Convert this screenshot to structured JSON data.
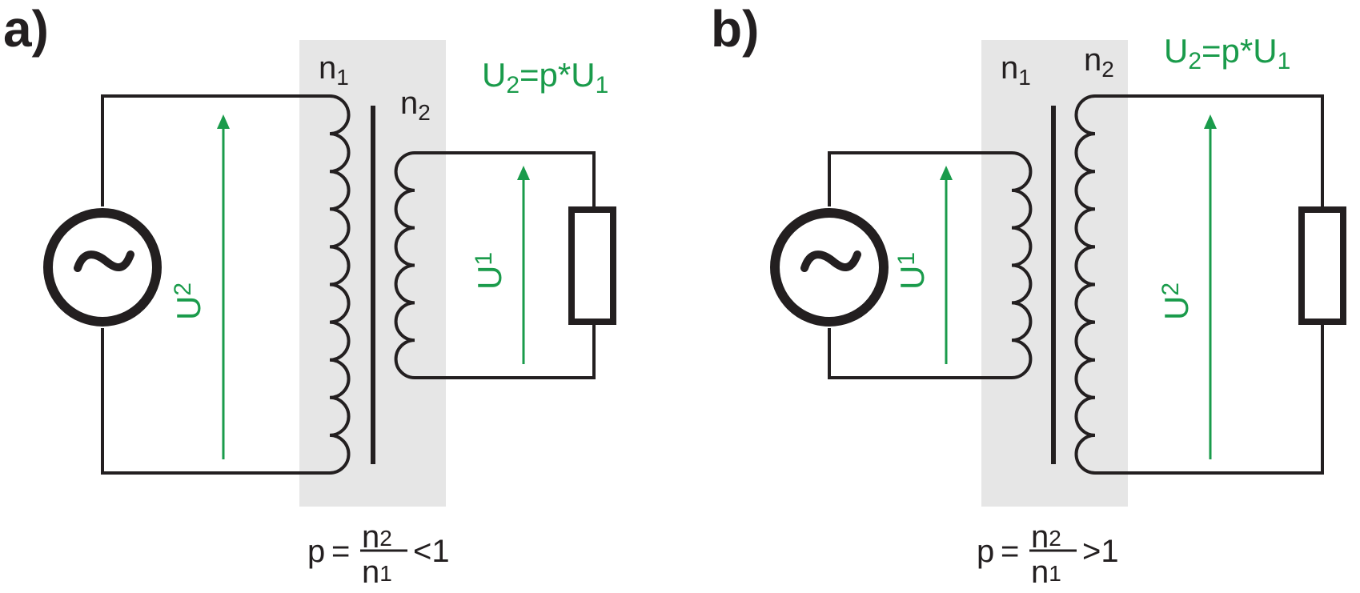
{
  "panels": [
    {
      "label": "a)",
      "n1": {
        "base": "n",
        "sub": "1"
      },
      "n2": {
        "base": "n",
        "sub": "2"
      },
      "relation": {
        "lhs": "U",
        "lhs_sub": "2",
        "mid": "=p*U",
        "rhs_sub": "1"
      },
      "source_symbol": "~",
      "primary_voltage": {
        "base": "U",
        "sub": "2"
      },
      "secondary_voltage": {
        "base": "U",
        "sub": "1"
      },
      "formula": {
        "p": "p",
        "eq": "=",
        "num_base": "n",
        "num_sub": "2",
        "den_base": "n",
        "den_sub": "1",
        "cmp": "<1"
      }
    },
    {
      "label": "b)",
      "n1": {
        "base": "n",
        "sub": "1"
      },
      "n2": {
        "base": "n",
        "sub": "2"
      },
      "relation": {
        "lhs": "U",
        "lhs_sub": "2",
        "mid": "=p*U",
        "rhs_sub": "1"
      },
      "source_symbol": "~",
      "primary_voltage": {
        "base": "U",
        "sub": "1"
      },
      "secondary_voltage": {
        "base": "U",
        "sub": "2"
      },
      "formula": {
        "p": "p",
        "eq": "=",
        "num_base": "n",
        "num_sub": "2",
        "den_base": "n",
        "den_sub": "1",
        "cmp": ">1"
      }
    }
  ],
  "colors": {
    "wire": "#231f20",
    "voltage": "#1a9b4b",
    "core": "#e6e6e6"
  }
}
